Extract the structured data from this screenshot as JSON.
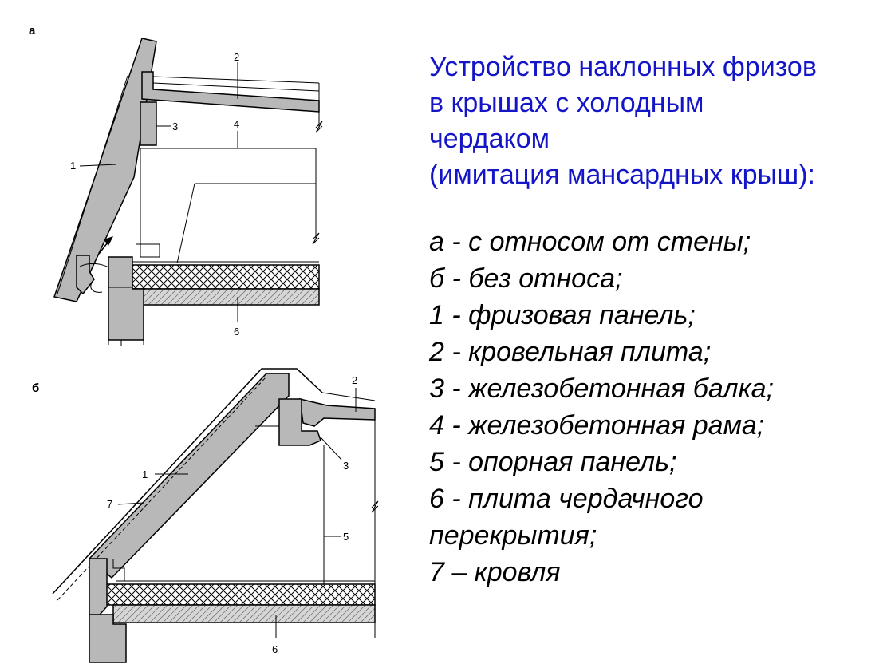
{
  "panels": {
    "a": "а",
    "b": "б"
  },
  "diagram_a": {
    "labels": {
      "l1": "1",
      "l2": "2",
      "l3": "3",
      "l4": "4",
      "l6": "6"
    }
  },
  "diagram_b": {
    "labels": {
      "l1": "1",
      "l2": "2",
      "l3": "3",
      "l5": "5",
      "l6": "6",
      "l7": "7"
    }
  },
  "title": {
    "line1": "Устройство наклонных фризов",
    "line2": "в крышах с холодным",
    "line3": "чердаком",
    "line4": "(имитация мансардных крыш):"
  },
  "legend": [
    "а - с относом от стены;",
    "б - без относа;",
    "1 - фризовая панель;",
    "2 - кровельная плита;",
    "3 - железобетонная балка;",
    "4 - железобетонная рама;",
    "5 - опорная панель;",
    "6 - плита чердачного",
    "перекрытия;",
    "7 – кровля"
  ],
  "colors": {
    "title": "#1515c8",
    "concrete": "#b8b8b8",
    "line": "#000000"
  }
}
